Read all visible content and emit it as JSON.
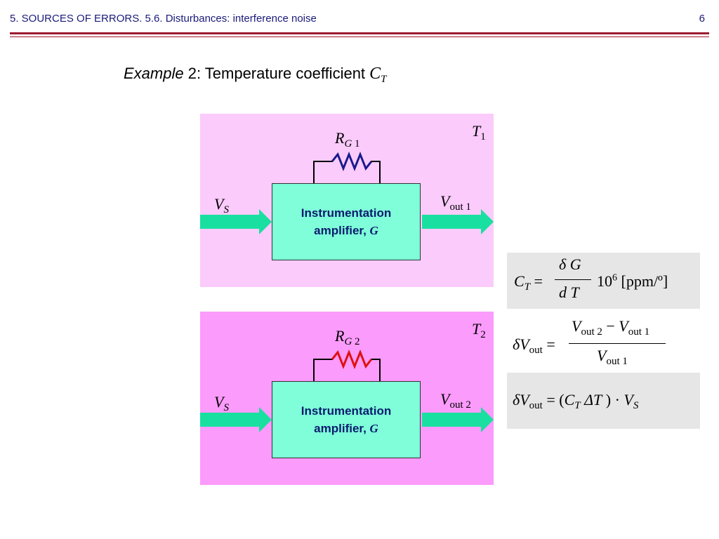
{
  "header": {
    "title": "5. SOURCES OF ERRORS. 5.6. Disturbances: interference noise",
    "page_number": "6"
  },
  "slide_title": {
    "example_word": "Example",
    "example_rest": " 2:  Temperature coefficient ",
    "symbol": "C",
    "symbol_sub": "T"
  },
  "panel1": {
    "temperature": "T",
    "temperature_sub": "1",
    "resistor_label": "R",
    "resistor_sub_g": "G",
    "resistor_sub_n": " 1",
    "input_label": "V",
    "input_sub": "S",
    "output_label": "V",
    "output_sub": "out 1",
    "amp_line1": "Instrumentation",
    "amp_line2": "amplifier, ",
    "amp_gain": "G",
    "colors": {
      "background": "#fbcbfb",
      "resistor": "#1a1a8c"
    }
  },
  "panel2": {
    "temperature": "T",
    "temperature_sub": "2",
    "resistor_label": "R",
    "resistor_sub_g": "G",
    "resistor_sub_n": " 2",
    "input_label": "V",
    "input_sub": "S",
    "output_label": "V",
    "output_sub": "out 2",
    "amp_line1": "Instrumentation",
    "amp_line2": "amplifier, ",
    "amp_gain": "G",
    "colors": {
      "background": "#fb9bfb",
      "resistor": "#e01010"
    }
  },
  "equations": {
    "ct_lhs": "C",
    "ct_lhs_sub": "T",
    "ct_eq": " =",
    "ct_num": "δ G",
    "ct_den": "d T",
    "ct_factor": "10",
    "ct_factor_exp": "6",
    "ct_unit": " [ppm/º]",
    "dv_lhs": "δV",
    "dv_lhs_sub": "out",
    "dv_eq": " =",
    "dv_num_a": "V",
    "dv_num_a_sub": "out 2",
    "dv_minus": " − ",
    "dv_num_b": "V",
    "dv_num_b_sub": "out 1",
    "dv_den": "V",
    "dv_den_sub": "out 1",
    "dv2_lhs": "δV",
    "dv2_lhs_sub": "out",
    "dv2_rhs_open": " = (",
    "dv2_ct": "C",
    "dv2_ct_sub": "T",
    "dv2_dt": " ΔT",
    "dv2_close": " ) · ",
    "dv2_vs": "V",
    "dv2_vs_sub": "S"
  },
  "colors": {
    "arrow": "#19e0a0",
    "amp_fill": "#7ffed9",
    "rule": "#9e1b32"
  }
}
